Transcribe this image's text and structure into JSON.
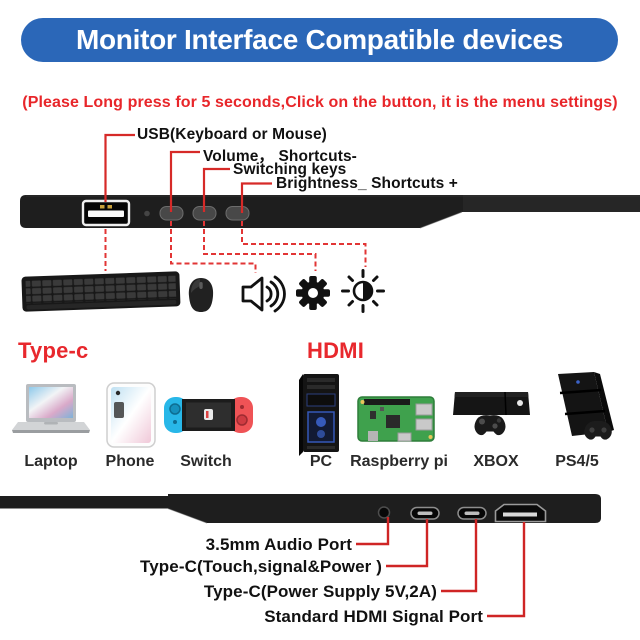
{
  "banner": {
    "title": "Monitor Interface Compatible devices"
  },
  "subtitle": "(Please Long press for 5 seconds,Click on the button, it is the menu settings)",
  "monitor_top": {
    "callouts": [
      {
        "label": "USB(Keyboard or Mouse)"
      },
      {
        "label": "Volume， Shortcuts-"
      },
      {
        "label": "Switching keys"
      },
      {
        "label": "Brightness_ Shortcuts +"
      }
    ],
    "parts": [
      "usb-a-port",
      "indicator-hole",
      "volume-button",
      "menu-button",
      "brightness-button"
    ],
    "function_icons": [
      "keyboard-and-mouse",
      "volume-speaker",
      "settings-gear",
      "brightness"
    ]
  },
  "sections": {
    "type_c": {
      "heading": "Type-c",
      "devices": [
        "Laptop",
        "Phone",
        "Switch"
      ]
    },
    "hdmi": {
      "heading": "HDMI",
      "devices": [
        "PC",
        "Raspberry pi",
        "XBOX",
        "PS4/5"
      ]
    }
  },
  "monitor_bottom": {
    "callouts": [
      {
        "label": "3.5mm Audio Port"
      },
      {
        "label": "Type-C(Touch,signal&Power )"
      },
      {
        "label": "Type-C(Power Supply 5V,2A)"
      },
      {
        "label": "Standard HDMI Signal Port"
      }
    ],
    "ports": [
      "audio-jack",
      "type-c-touch-signal-power",
      "type-c-power-supply",
      "hdmi-signal"
    ]
  },
  "colors": {
    "banner_blue": "#2b67b8",
    "alert_red": "#e8262a",
    "heading_red": "#e8282d",
    "line_red": "#d62a28",
    "strip_black": "#1e1e1e"
  }
}
